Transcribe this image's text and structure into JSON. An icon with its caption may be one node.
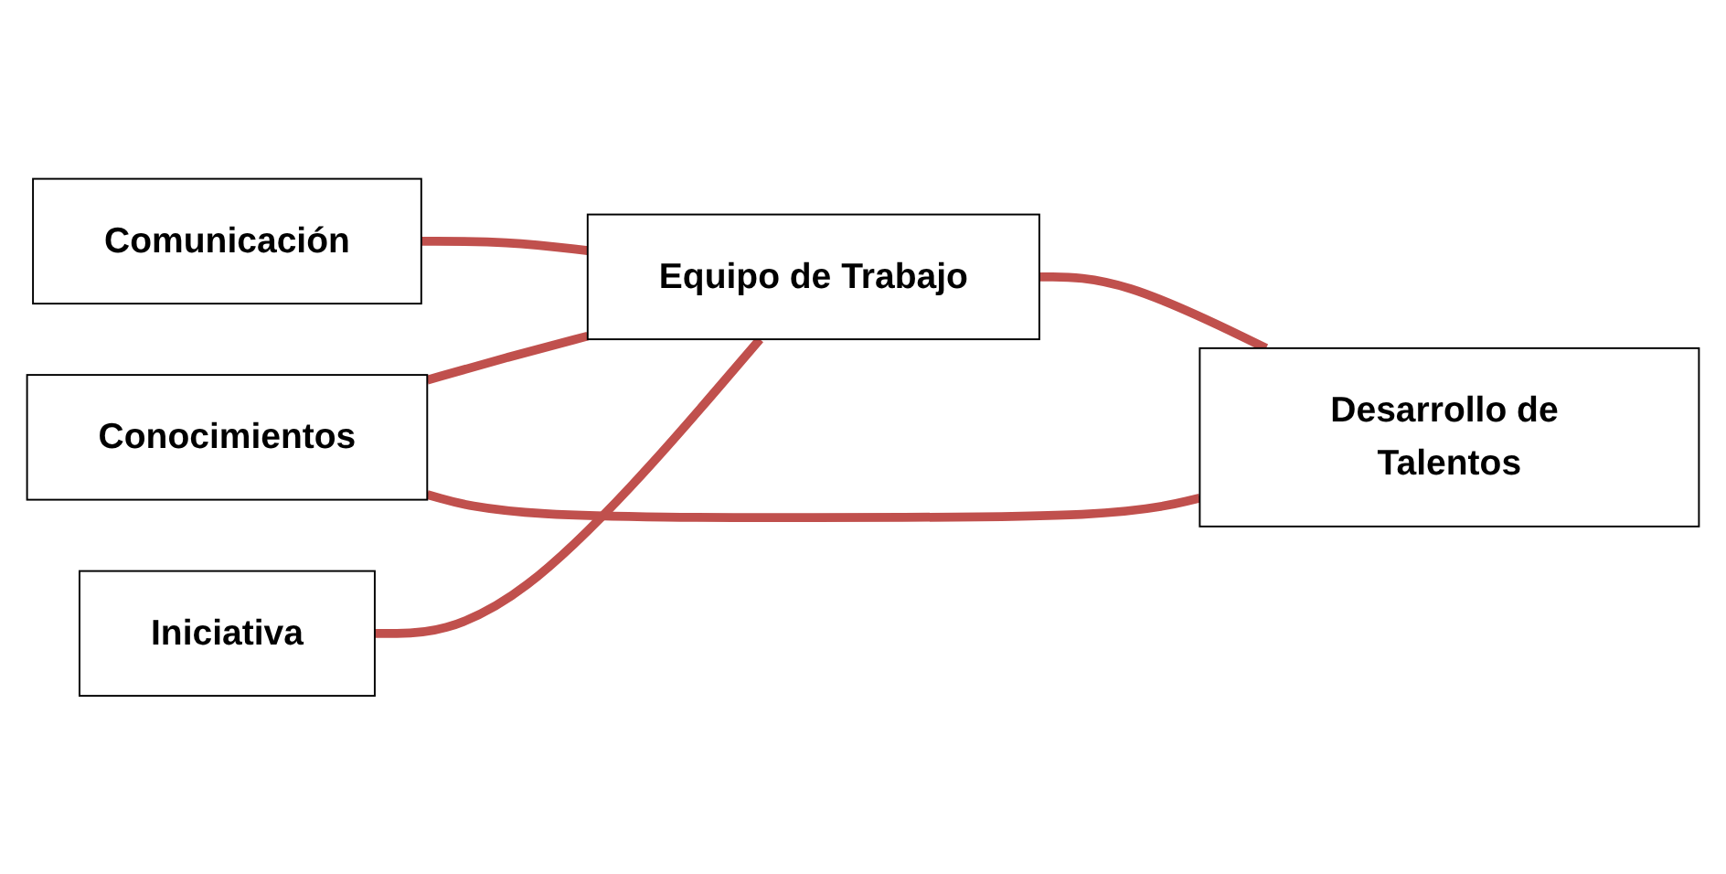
{
  "diagram": {
    "nodes": [
      {
        "text": [
          "Comunicación"
        ]
      },
      {
        "text": [
          "Iniciativa"
        ]
      },
      {
        "text": [
          "Conocimientos"
        ]
      },
      {
        "text": [
          "Equipo de Trabajo"
        ]
      },
      {
        "text": [
          "Desarrollo de Talentos"
        ]
      }
    ],
    "edges": [
      {
        "from": 0,
        "to": 3,
        "arrow": "none"
      },
      {
        "from": 1,
        "to": 3,
        "arrow": "none"
      },
      {
        "from": 2,
        "to": 3,
        "arrow": "none"
      },
      {
        "from": 2,
        "to": 4,
        "arrow": "none"
      },
      {
        "from": 3,
        "to": 4,
        "arrow": "none"
      }
    ]
  }
}
